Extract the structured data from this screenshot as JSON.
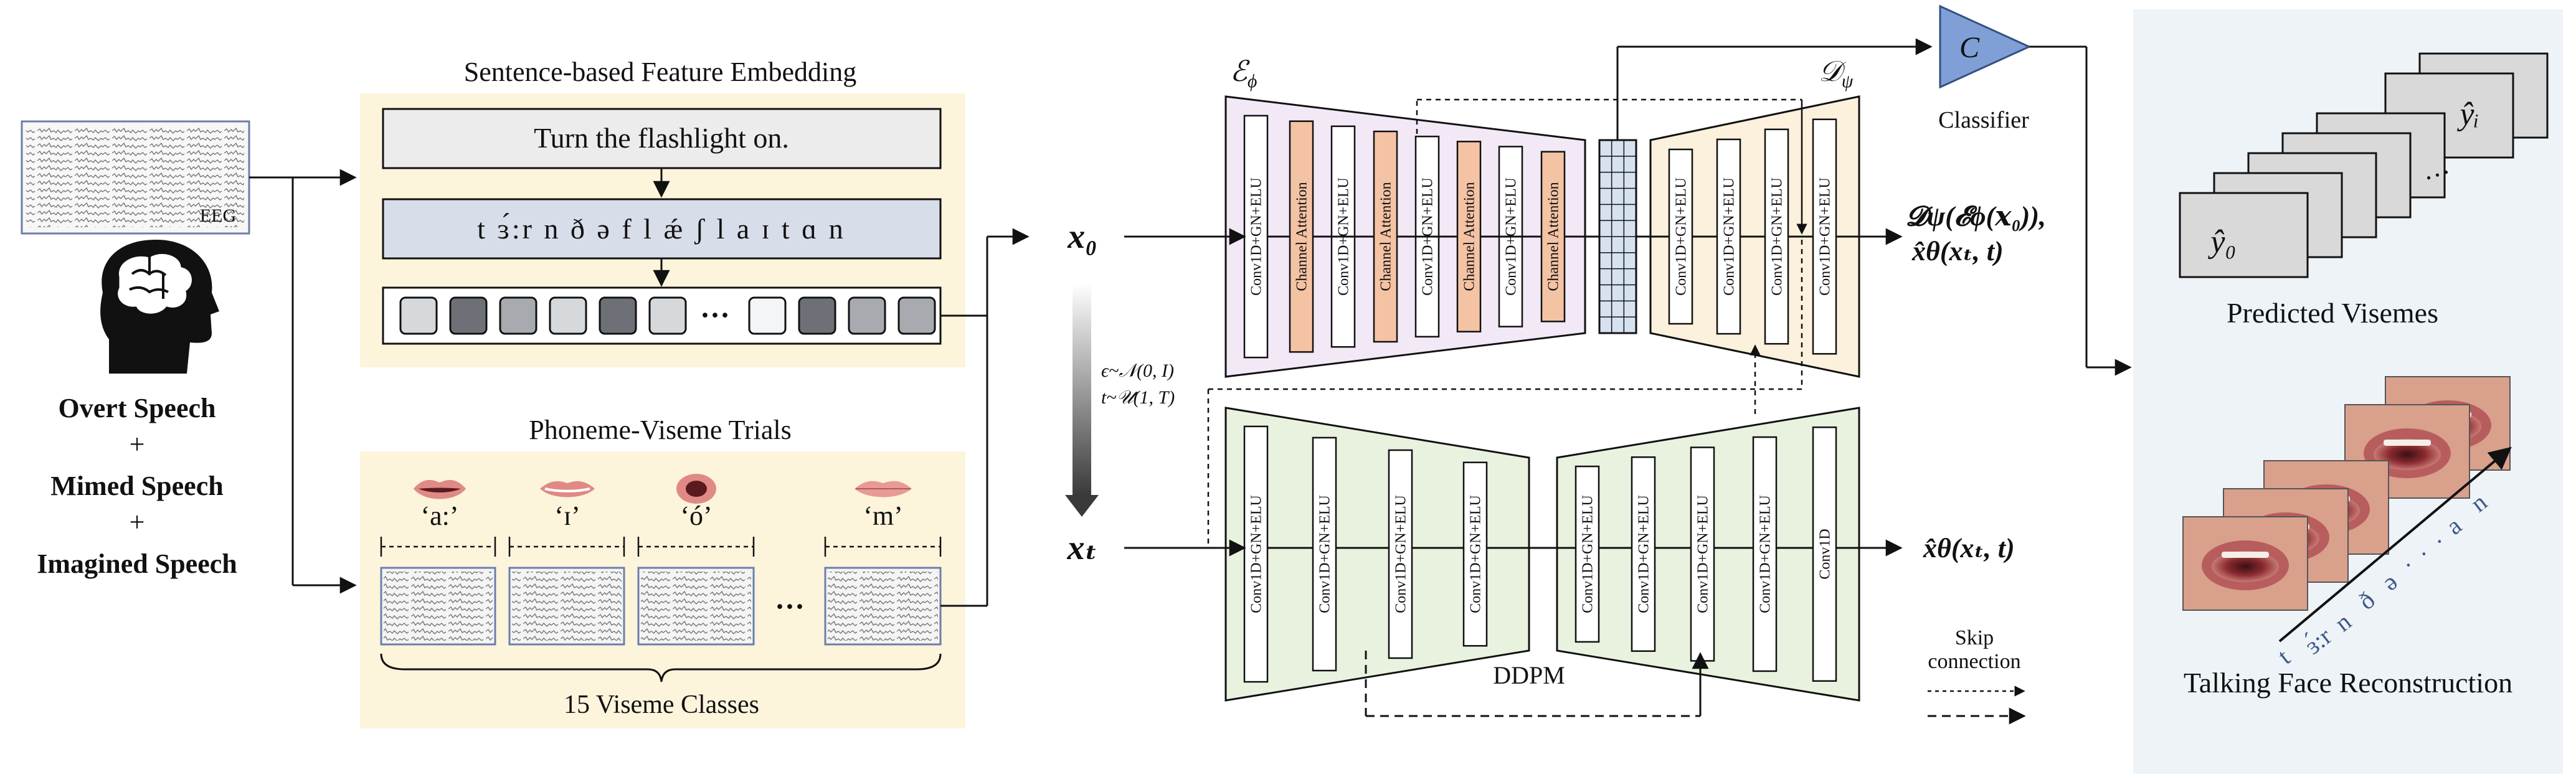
{
  "colors": {
    "panel_cream": "#fdf4dc",
    "panel_blue": "#eef3f8",
    "encoder_fill": "#f3e8f6",
    "decoder_fill": "#fbf1dc",
    "ddpm_fill": "#e9f2df",
    "attention_fill": "#f4c3a4",
    "classifier_fill": "#7f9fd6",
    "phoneme_box": "#d7dde9",
    "sentence_box": "#ececec"
  },
  "input": {
    "eeg_label": "EEG",
    "speech_types": [
      "Overt Speech",
      "+",
      "Mimed Speech",
      "+",
      "Imagined Speech"
    ]
  },
  "embedding": {
    "title": "Sentence-based Feature Embedding",
    "sentence": "Turn the flashlight on.",
    "phonemes": "t ɜ́:r n ð ə f l ǽ ʃ l a ɪ t ɑ n",
    "token_shades": [
      "#d6d9dc",
      "#6d7177",
      "#a7abb0",
      "#d6d9dc",
      "#6d7177",
      "#d6d9dc",
      "#f3f5f7",
      "#6d7177",
      "#a7abb0",
      "#a7abb0"
    ],
    "ellipsis": "···"
  },
  "trials": {
    "title": "Phoneme-Viseme Trials",
    "phoneme_labels": [
      "‘a:’",
      "‘ɪ’",
      "‘ó’",
      "‘m’"
    ],
    "ellipsis": "···",
    "classes_label": "15 Viseme Classes"
  },
  "diffusion": {
    "x0": "x₀",
    "xt": "xₜ",
    "noise_eq": "ϵ~𝒩(0, I)",
    "time_eq": "t~𝒰(1, T)"
  },
  "encoder": {
    "symbol": "ℰ",
    "subscript": "ϕ",
    "layers": [
      "Conv1D+GN+ELU",
      "Channel Attention",
      "Conv1D+GN+ELU",
      "Channel Attention",
      "Conv1D+GN+ELU",
      "Channel Attention",
      "Conv1D+GN+ELU",
      "Channel Attention"
    ]
  },
  "decoder": {
    "symbol": "𝒟",
    "subscript": "ψ",
    "layers": [
      "Conv1D+GN+ELU",
      "Conv1D+GN+ELU",
      "Conv1D+GN+ELU",
      "Conv1D+GN+ELU"
    ]
  },
  "classifier": {
    "symbol": "C",
    "label": "Classifier"
  },
  "outputs": {
    "recon_line1": "𝓓ψ(𝓔ϕ(𝒙₀)),",
    "recon_line2": "x̂θ(xₜ, t)",
    "ddpm_out": "x̂θ(xₜ, t)"
  },
  "ddpm": {
    "label": "DDPM",
    "left_layers": [
      "Conv1D+GN+ELU",
      "Conv1D+GN+ELU",
      "Conv1D+GN+ELU",
      "Conv1D+GN+ELU"
    ],
    "right_layers": [
      "Conv1D+GN+ELU",
      "Conv1D+GN+ELU",
      "Conv1D+GN+ELU",
      "Conv1D+GN+ELU",
      "Conv1D"
    ]
  },
  "legend": {
    "skip_line1": "Skip",
    "skip_line2": "connection"
  },
  "results": {
    "visemes_title": "Predicted Visemes",
    "viseme_first": "ŷ₀",
    "viseme_i": "ŷᵢ",
    "ellipsis": "···",
    "face_title": "Talking Face Reconstruction",
    "phoneme_sequence": [
      "t",
      "ɜ́:r",
      "n",
      "ð",
      "ə",
      "·",
      "·",
      "·",
      "a",
      "n"
    ]
  }
}
